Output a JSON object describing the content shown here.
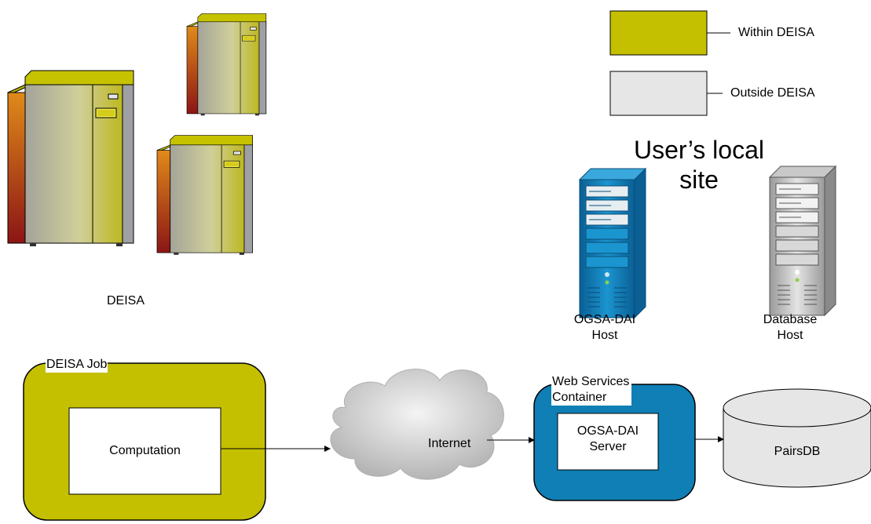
{
  "legend": {
    "within_label": "Within DEISA",
    "outside_label": "Outside DEISA",
    "within_color": "#c4c000",
    "outside_color": "#e6e6e6"
  },
  "deisa": {
    "label": "DEISA",
    "supercomputer_icon": "supercomputer-icon"
  },
  "local_site": {
    "title_line1": "User’s local",
    "title_line2": "site",
    "ogsa_host_line1": "OGSA-DAI",
    "ogsa_host_line2": "Host",
    "db_host_line1": "Database",
    "db_host_line2": "Host"
  },
  "workflow": {
    "job_label": "DEISA Job",
    "computation_label": "Computation",
    "internet_label": "Internet",
    "container_line1": "Web Services",
    "container_line2": "Container",
    "server_line1": "OGSA-DAI",
    "server_line2": "Server",
    "database_label": "PairsDB"
  },
  "colors": {
    "deisa_yellow": "#c4c000",
    "container_blue": "#0f7fb5",
    "db_grey": "#e6e6e6"
  }
}
